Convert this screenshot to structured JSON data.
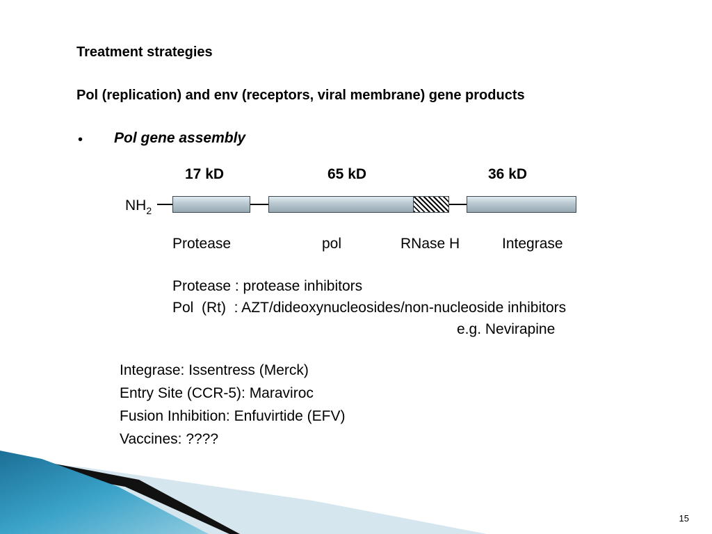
{
  "slide": {
    "heading": "Treatment strategies",
    "subheading": "Pol (replication) and env (receptors, viral membrane) gene products",
    "bullet_symbol": "•",
    "bullet_text": "Pol gene assembly",
    "page_number": "15"
  },
  "diagram": {
    "terminus": {
      "main": "NH",
      "sub": "2"
    },
    "sizes": [
      "17 kD",
      "65 kD",
      "36 kD"
    ],
    "domains": [
      "Protease",
      "pol",
      "RNase H",
      "Integrase"
    ],
    "colors": {
      "segment_fill": "#bccbd3",
      "segment_border": "#3a4650",
      "hatch": "#000000"
    }
  },
  "inhibitors": {
    "protease": "Protease : protease inhibitors",
    "pol": "Pol  (Rt)  : AZT/dideoxynucleosides/non-nucleoside inhibitors",
    "pol_example": "e.g. Nevirapine"
  },
  "other_targets": [
    "Integrase: Issentress (Merck)",
    "Entry Site (CCR-5): Maraviroc",
    "Fusion Inhibition:  Enfuvirtide (EFV)",
    "Vaccines: ????"
  ],
  "theme": {
    "decor_blue": "#3aa2c8",
    "decor_dark": "#000000",
    "decor_light": "#d6e6ee"
  }
}
